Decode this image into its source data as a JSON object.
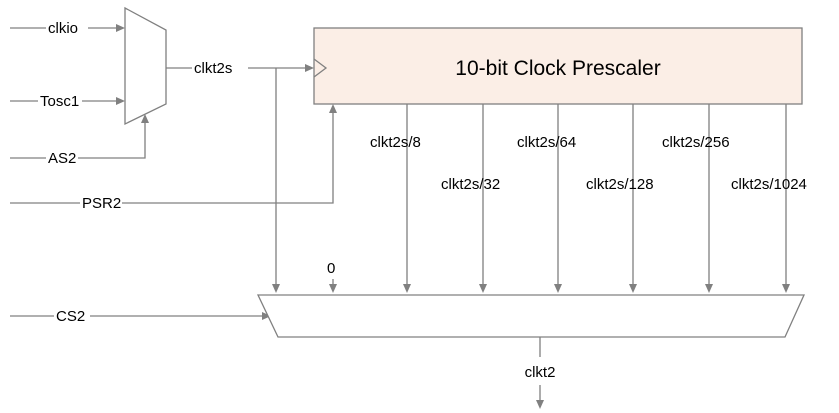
{
  "colors": {
    "wire": "#808080",
    "prescaler_fill": "#fbeee6",
    "mux_fill": "#ffffff",
    "text": "#000000"
  },
  "inputs": {
    "clkio": "clkio",
    "tosc1": "Tosc1",
    "as2": "AS2",
    "psr2": "PSR2",
    "cs2": "CS2"
  },
  "mux_output": "clkt2s",
  "prescaler": {
    "title": "10-bit Clock Prescaler"
  },
  "taps": [
    "clkt2s/8",
    "clkt2s/32",
    "clkt2s/64",
    "clkt2s/128",
    "clkt2s/256",
    "clkt2s/1024"
  ],
  "zero_input": "0",
  "output": "clkt2"
}
